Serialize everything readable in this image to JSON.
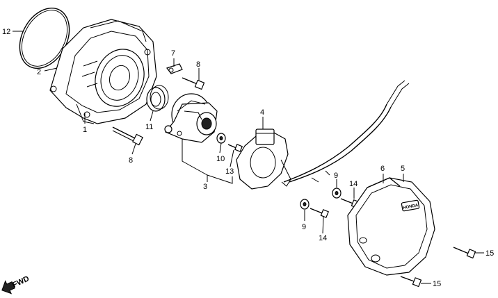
{
  "callouts": {
    "c1": "1",
    "c2": "2",
    "c3": "3",
    "c4": "4",
    "c5": "5",
    "c6": "6",
    "c7": "7",
    "c8a": "8",
    "c8b": "8",
    "c9a": "9",
    "c9b": "9",
    "c10": "10",
    "c11": "11",
    "c12": "12",
    "c13": "13",
    "c14a": "14",
    "c14b": "14",
    "c15a": "15",
    "c15b": "15"
  },
  "fwd_label": "FWD",
  "cover_badge": "HONDA",
  "icons": {
    "direction": "fwd-arrow-icon"
  }
}
